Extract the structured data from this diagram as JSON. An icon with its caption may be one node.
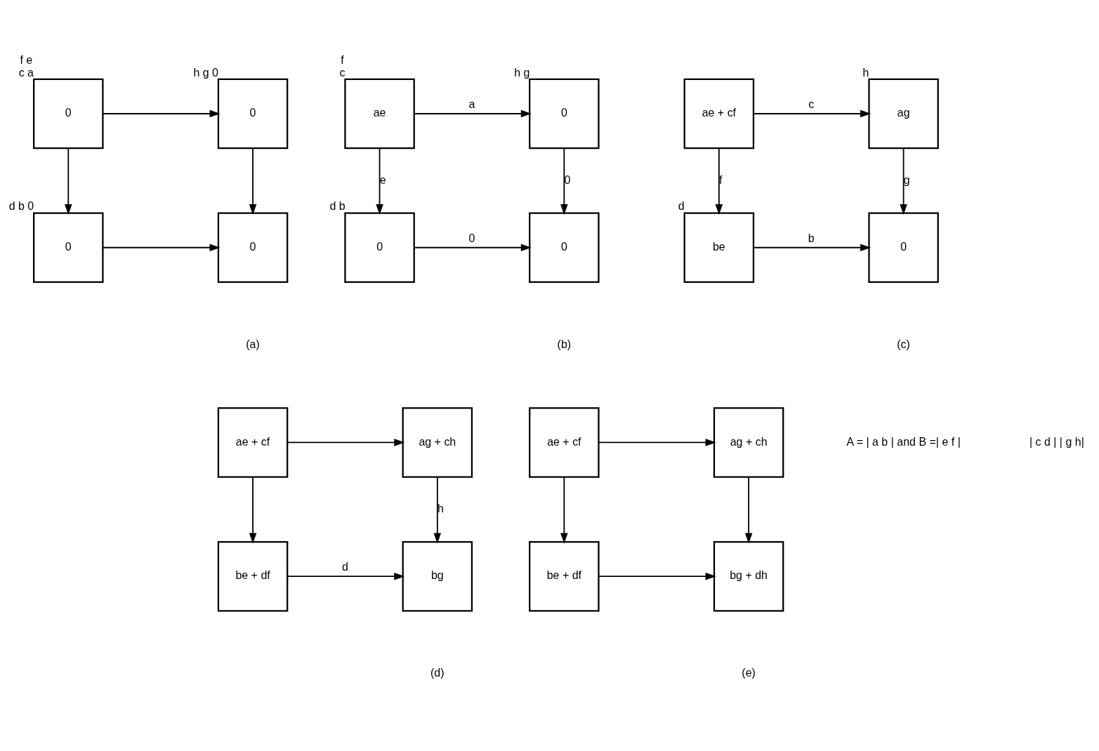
{
  "diagram": {
    "nodes": [
      {
        "text": [
          "0"
        ],
        "beside": [
          "f e",
          "c a"
        ]
      },
      {
        "text": [
          "0"
        ],
        "beside": [
          "h g 0"
        ]
      },
      {
        "text": [
          "0"
        ],
        "beside": [
          "d b 0"
        ]
      },
      {
        "text": [
          "0"
        ]
      },
      {
        "text": [
          "ae"
        ],
        "beside": [
          "f",
          "c"
        ]
      },
      {
        "text": [
          "0"
        ],
        "beside": [
          "h g"
        ]
      },
      {
        "text": [
          "0"
        ],
        "beside": [
          "d b"
        ]
      },
      {
        "text": [
          "0"
        ]
      },
      {
        "text": [
          "ae + cf"
        ]
      },
      {
        "text": [
          "ag"
        ],
        "beside": [
          "h"
        ]
      },
      {
        "text": [
          "be"
        ],
        "beside": [
          "d"
        ]
      },
      {
        "text": [
          "0"
        ]
      },
      {
        "text": [
          "ae + cf"
        ]
      },
      {
        "text": [
          "ag + ch"
        ]
      },
      {
        "text": [
          "be + df"
        ]
      },
      {
        "text": [
          "bg"
        ]
      },
      {
        "text": [
          "ae + cf"
        ]
      },
      {
        "text": [
          "ag + ch"
        ]
      },
      {
        "text": [
          "be + df"
        ]
      },
      {
        "text": [
          "bg + dh"
        ]
      }
    ],
    "edges": [
      {
        "from": 0,
        "to": 1,
        "arrow": "to"
      },
      {
        "from": 0,
        "to": 2,
        "arrow": "to"
      },
      {
        "from": 1,
        "to": 3,
        "arrow": "to"
      },
      {
        "from": 2,
        "to": 3,
        "arrow": "to"
      },
      {
        "from": 4,
        "to": 5,
        "arrow": "to",
        "label": "a"
      },
      {
        "from": 4,
        "to": 6,
        "arrow": "to",
        "label": "e"
      },
      {
        "from": 5,
        "to": 7,
        "arrow": "to",
        "label": "0"
      },
      {
        "from": 6,
        "to": 7,
        "arrow": "to",
        "label": "0"
      },
      {
        "from": 8,
        "to": 9,
        "arrow": "to",
        "label": "c"
      },
      {
        "from": 8,
        "to": 10,
        "arrow": "to",
        "label": "f"
      },
      {
        "from": 9,
        "to": 11,
        "arrow": "to",
        "label": "g"
      },
      {
        "from": 10,
        "to": 11,
        "arrow": "to",
        "label": "b"
      },
      {
        "from": 12,
        "to": 13,
        "arrow": "to"
      },
      {
        "from": 12,
        "to": 14,
        "arrow": "to"
      },
      {
        "from": 13,
        "to": 15,
        "arrow": "to",
        "label": "h"
      },
      {
        "from": 14,
        "to": 15,
        "arrow": "to",
        "label": "d"
      },
      {
        "from": 16,
        "to": 17,
        "arrow": "to"
      },
      {
        "from": 16,
        "to": 18,
        "arrow": "to"
      },
      {
        "from": 17,
        "to": 19,
        "arrow": "to"
      },
      {
        "from": 18,
        "to": 19,
        "arrow": "to"
      }
    ],
    "labels": [
      "(a)",
      "(b)",
      "(c)",
      "(d)",
      "(e)",
      "A = | a b | and B =| e f |",
      "| c d | | g h|"
    ]
  }
}
